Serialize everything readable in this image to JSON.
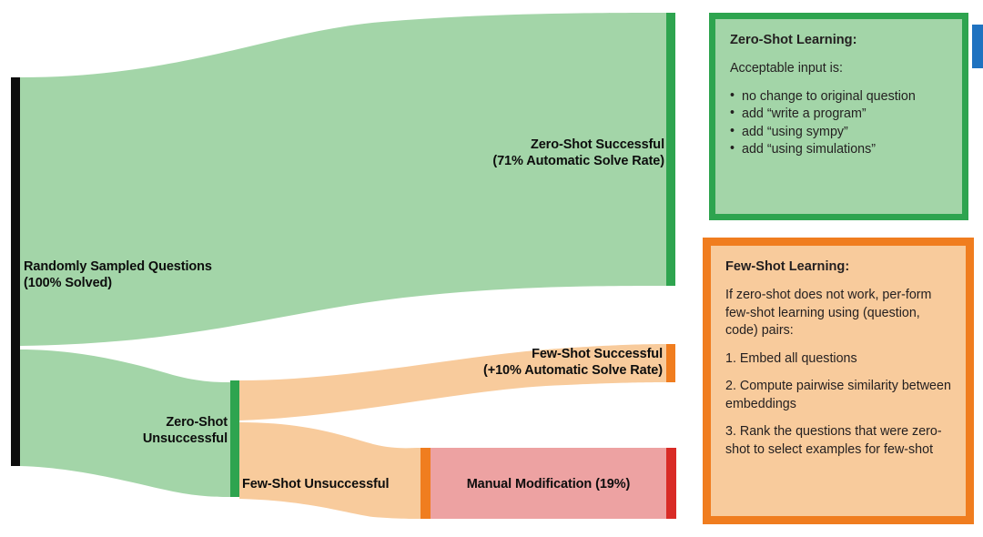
{
  "diagram": {
    "type": "sankey",
    "title": "",
    "nodes": [
      {
        "id": "source",
        "label": "Randomly Sampled Questions\n(100% Solved)",
        "color": "#0d0d0d",
        "value": 100
      },
      {
        "id": "zero_shot_success",
        "label": "Zero-Shot Successful\n(71% Automatic Solve Rate)",
        "color": "#2ea44f",
        "value": 71
      },
      {
        "id": "zero_shot_unsucc",
        "label": "Zero-Shot\nUnsuccessful",
        "color": "#2ea44f",
        "value": 29
      },
      {
        "id": "few_shot_success",
        "label": "Few-Shot Successful\n(+10% Automatic Solve Rate)",
        "color": "#f07d1f",
        "value": 10
      },
      {
        "id": "few_shot_unsucc",
        "label": "Few-Shot Unsuccessful",
        "color": "#f07d1f",
        "value": 19
      },
      {
        "id": "manual",
        "label": "Manual Modification (19%)",
        "color": "#d92b26",
        "value": 19
      }
    ],
    "links": [
      {
        "source": "source",
        "target": "zero_shot_success",
        "value": 71,
        "color": "#a3d5a8"
      },
      {
        "source": "source",
        "target": "zero_shot_unsucc",
        "value": 29,
        "color": "#a3d5a8"
      },
      {
        "source": "zero_shot_unsucc",
        "target": "few_shot_success",
        "value": 10,
        "color": "#f8cb9c"
      },
      {
        "source": "zero_shot_unsucc",
        "target": "few_shot_unsucc",
        "value": 19,
        "color": "#f8cb9c"
      },
      {
        "source": "few_shot_unsucc",
        "target": "manual",
        "value": 19,
        "color": "#eda2a2"
      }
    ],
    "labels": {
      "source_line1": "Randomly Sampled Questions",
      "source_line2": "(100% Solved)",
      "zero_shot_success_line1": "Zero-Shot Successful",
      "zero_shot_success_line2": "(71% Automatic Solve Rate)",
      "zero_shot_unsucc_line1": "Zero-Shot",
      "zero_shot_unsucc_line2": "Unsuccessful",
      "few_shot_success_line1": "Few-Shot Successful",
      "few_shot_success_line2": "(+10% Automatic Solve Rate)",
      "few_shot_unsucc": "Few-Shot Unsuccessful",
      "manual": "Manual Modification (19%)"
    }
  },
  "callouts": {
    "zero_shot": {
      "title": "Zero-Shot Learning:",
      "intro": "Acceptable input is:",
      "bullets": [
        "no change to original question",
        "add “write a program”",
        "add “using sympy”",
        "add “using simulations”"
      ],
      "fill_color": "#a3d5a8",
      "border_color": "#2ea44f"
    },
    "few_shot": {
      "title": "Few-Shot Learning:",
      "intro": "If zero-shot does not work, per-form few-shot learning using (question, code) pairs:",
      "steps": [
        "1. Embed all questions",
        "2. Compute pairwise similarity between embeddings",
        "3. Rank the questions that were zero-shot to select examples for few-shot"
      ],
      "fill_color": "#f8cb9c",
      "border_color": "#f07d1f"
    }
  },
  "colors": {
    "green_node": "#2ea44f",
    "green_flow": "#a3d5a8",
    "orange_node": "#f07d1f",
    "orange_flow": "#f8cb9c",
    "red_node": "#d92b26",
    "red_flow": "#eda2a2",
    "black_node": "#0d0d0d",
    "blue_tab": "#1f72c0",
    "background": "#ffffff"
  }
}
